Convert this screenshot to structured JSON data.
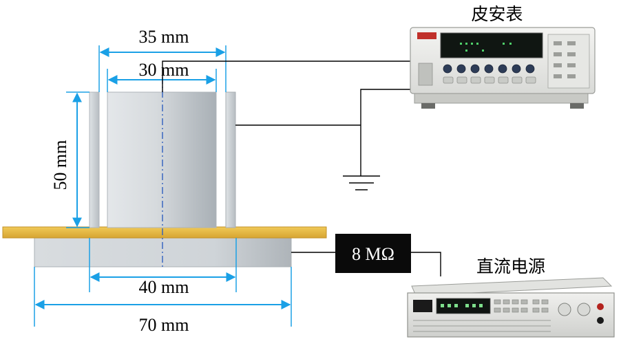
{
  "dimensions": {
    "outer_top": "35 mm",
    "inner_top": "30 mm",
    "height": "50 mm",
    "base_inner": "40 mm",
    "base_outer": "70 mm"
  },
  "instruments": {
    "picoammeter_label": "皮安表",
    "dc_supply_label": "直流电源"
  },
  "resistor": {
    "label": "8 MΩ"
  },
  "colors": {
    "dimension_arrow": "#1aa0e6",
    "insulator_sheet": "#e2b33c",
    "electrode": "#c9ced2",
    "resistor_box": "#0a0a0a",
    "axis_line": "#2f5fbf"
  }
}
